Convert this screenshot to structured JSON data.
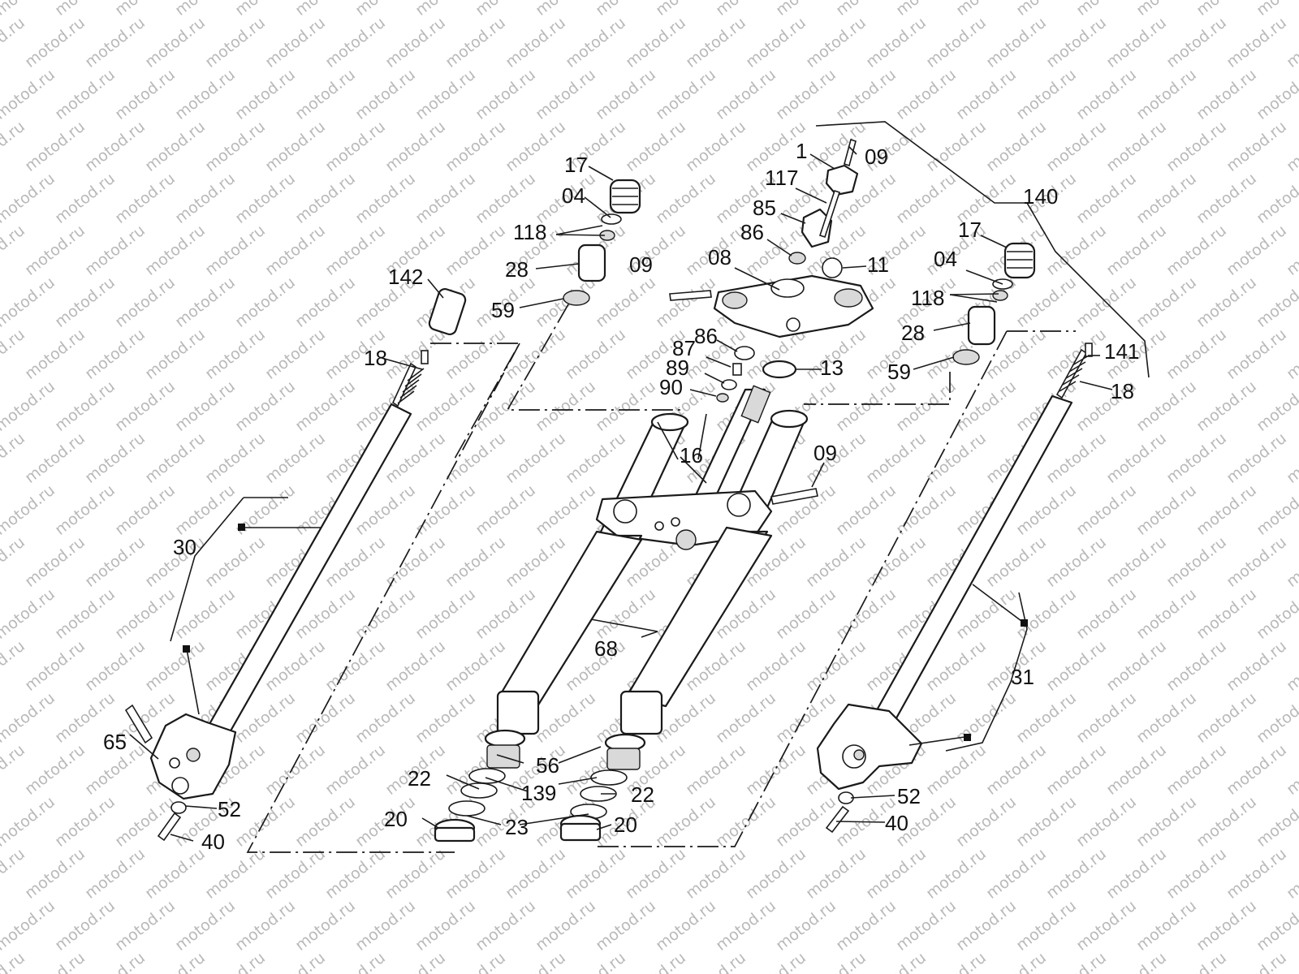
{
  "watermark": "motod.ru",
  "colors": {
    "line": "#1a1a1a",
    "watermark": "#b9b9b9",
    "background": "#ffffff"
  },
  "callouts": {
    "c17_left": "17",
    "c04_left": "04",
    "c118_left": "118",
    "c28_left": "28",
    "c59_left": "59",
    "c142": "142",
    "c18_left": "18",
    "c30": "30",
    "c65": "65",
    "c52_left": "52",
    "c40_left": "40",
    "c68": "68",
    "c56": "56",
    "c139": "139",
    "c22_left": "22",
    "c23": "23",
    "c20_left": "20",
    "c22_right": "22",
    "c20_right": "20",
    "c16": "16",
    "c09_mid": "09",
    "c09_top": "09",
    "c1": "1",
    "c117": "117",
    "c85": "85",
    "c86_top": "86",
    "c08": "08",
    "c09_left": "09",
    "c11": "11",
    "c86_mid": "86",
    "c87": "87",
    "c89": "89",
    "c90": "90",
    "c13": "13",
    "c140": "140",
    "c17_right": "17",
    "c04_right": "04",
    "c118_right": "118",
    "c28_right": "28",
    "c59_right": "59",
    "c141": "141",
    "c18_right": "18",
    "c31": "31",
    "c52_right": "52",
    "c40_right": "40"
  }
}
